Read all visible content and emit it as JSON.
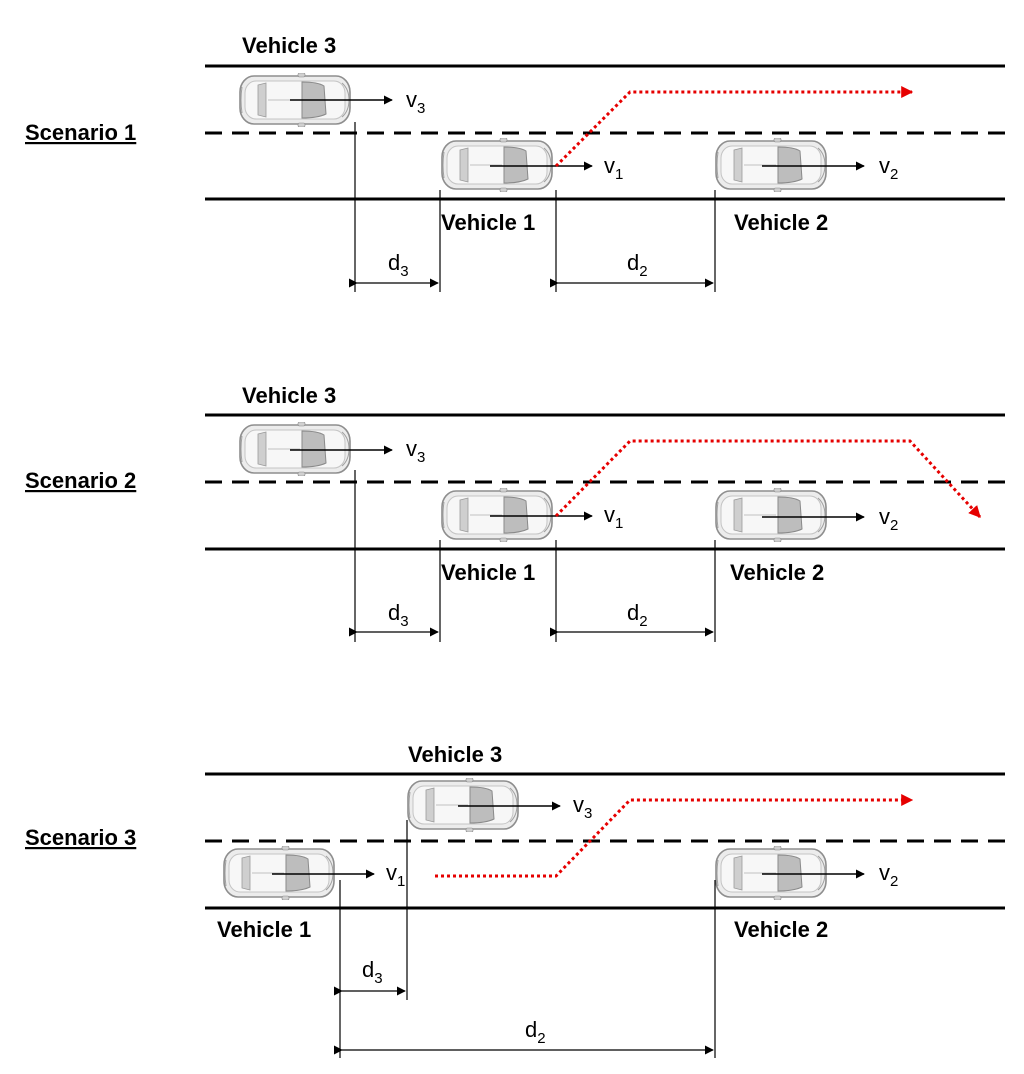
{
  "scenarios": [
    {
      "title": "Scenario 1",
      "vehicle3_label": "Vehicle 3",
      "vehicle1_label": "Vehicle 1",
      "vehicle2_label": "Vehicle 2",
      "v3": {
        "base": "v",
        "sub": "3"
      },
      "v1": {
        "base": "v",
        "sub": "1"
      },
      "v2": {
        "base": "v",
        "sub": "2"
      },
      "d3": {
        "base": "d",
        "sub": "3"
      },
      "d2": {
        "base": "d",
        "sub": "2"
      }
    },
    {
      "title": "Scenario 2",
      "vehicle3_label": "Vehicle 3",
      "vehicle1_label": "Vehicle 1",
      "vehicle2_label": "Vehicle 2",
      "v3": {
        "base": "v",
        "sub": "3"
      },
      "v1": {
        "base": "v",
        "sub": "1"
      },
      "v2": {
        "base": "v",
        "sub": "2"
      },
      "d3": {
        "base": "d",
        "sub": "3"
      },
      "d2": {
        "base": "d",
        "sub": "2"
      }
    },
    {
      "title": "Scenario 3",
      "vehicle3_label": "Vehicle 3",
      "vehicle1_label": "Vehicle 1",
      "vehicle2_label": "Vehicle 2",
      "v3": {
        "base": "v",
        "sub": "3"
      },
      "v1": {
        "base": "v",
        "sub": "1"
      },
      "v2": {
        "base": "v",
        "sub": "2"
      },
      "d3": {
        "base": "d",
        "sub": "3"
      },
      "d2": {
        "base": "d",
        "sub": "2"
      }
    }
  ],
  "colors": {
    "road_lines": "#000000",
    "trajectory": "#e60000",
    "car_body": "#e9e9e9",
    "car_outline": "#9a9a9a"
  },
  "icons": {
    "car": "car-top-view-icon"
  }
}
